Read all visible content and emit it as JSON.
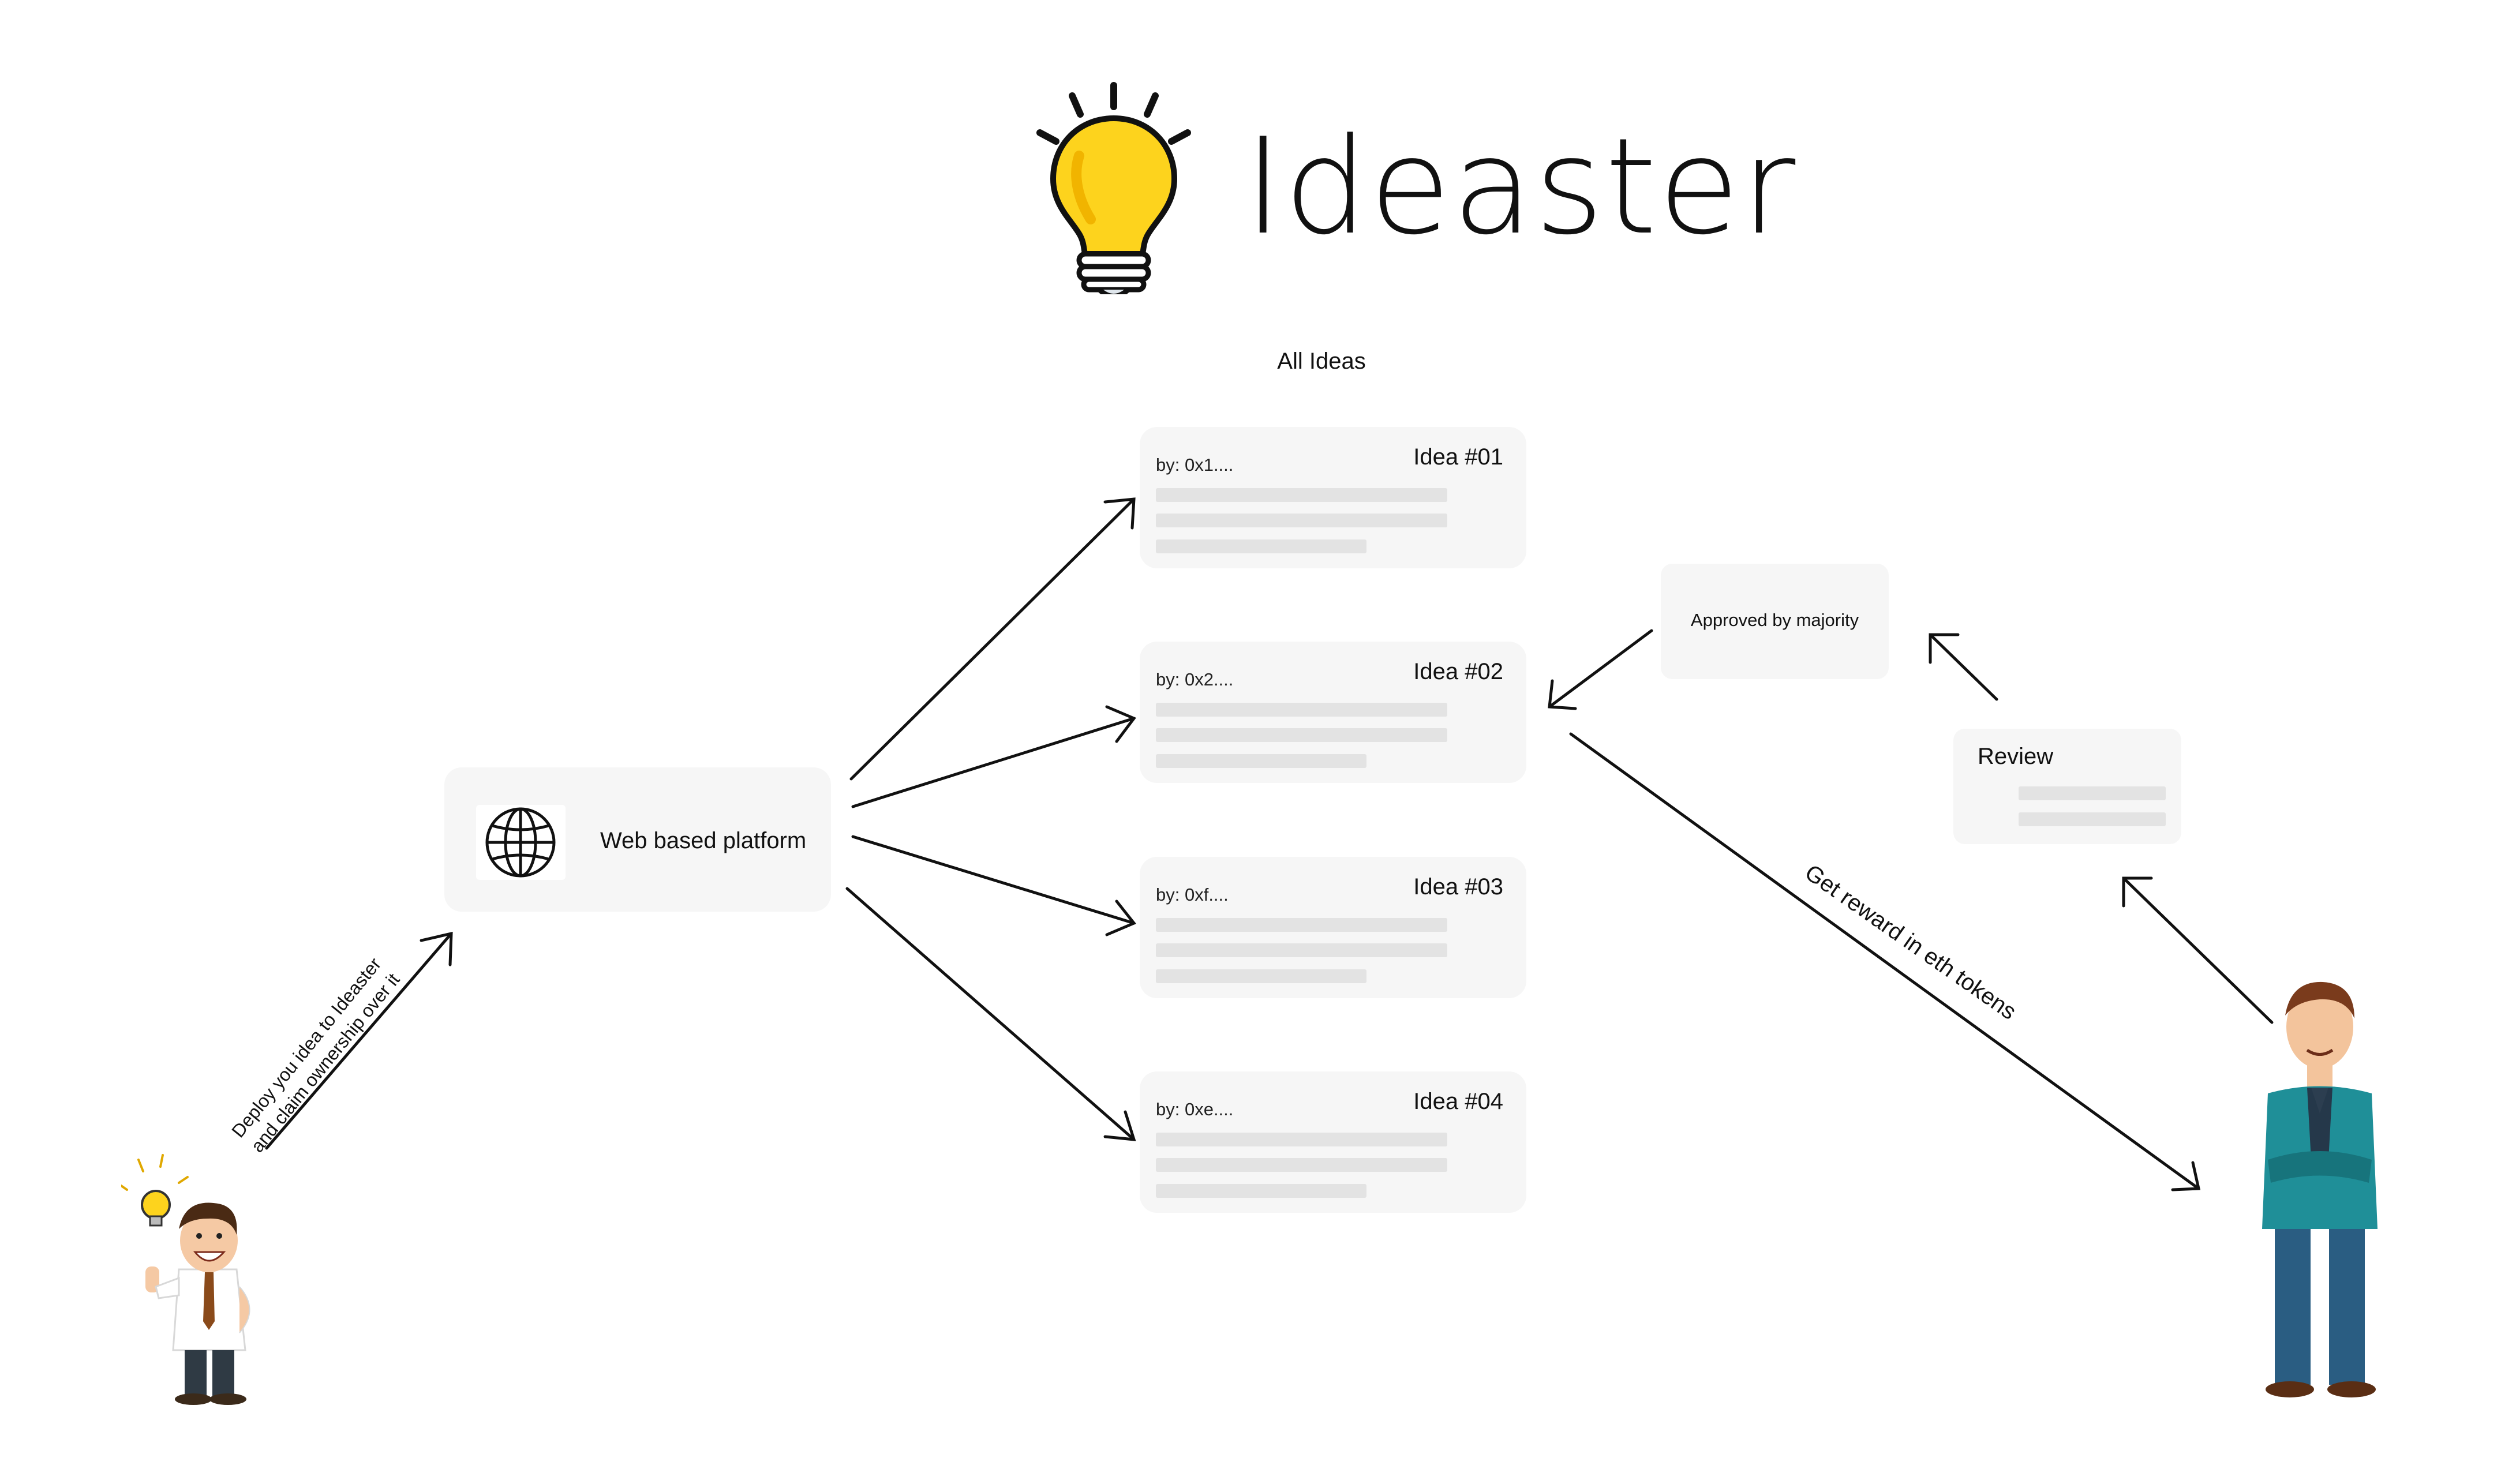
{
  "app": {
    "logo_text": "Ideaster"
  },
  "section_title": "All Ideas",
  "platform": {
    "label": "Web based platform",
    "icon": "globe-icon"
  },
  "ideas": [
    {
      "title": "Idea #01",
      "author": "by: 0x1...."
    },
    {
      "title": "Idea #02",
      "author": "by: 0x2...."
    },
    {
      "title": "Idea #03",
      "author": "by: 0xf...."
    },
    {
      "title": "Idea #04",
      "author": "by: 0xe...."
    }
  ],
  "approved": {
    "label": "Approved by majority"
  },
  "review": {
    "label": "Review"
  },
  "edges": {
    "deploy_label": "Deploy you idea to Ideaster and claim ownership over it",
    "reward_label": "Get reward in eth tokens"
  },
  "colors": {
    "card_bg": "#f6f6f6",
    "skeleton": "#e3e3e3",
    "bulb_yellow": "#fdd31d",
    "arrow": "#111111"
  }
}
